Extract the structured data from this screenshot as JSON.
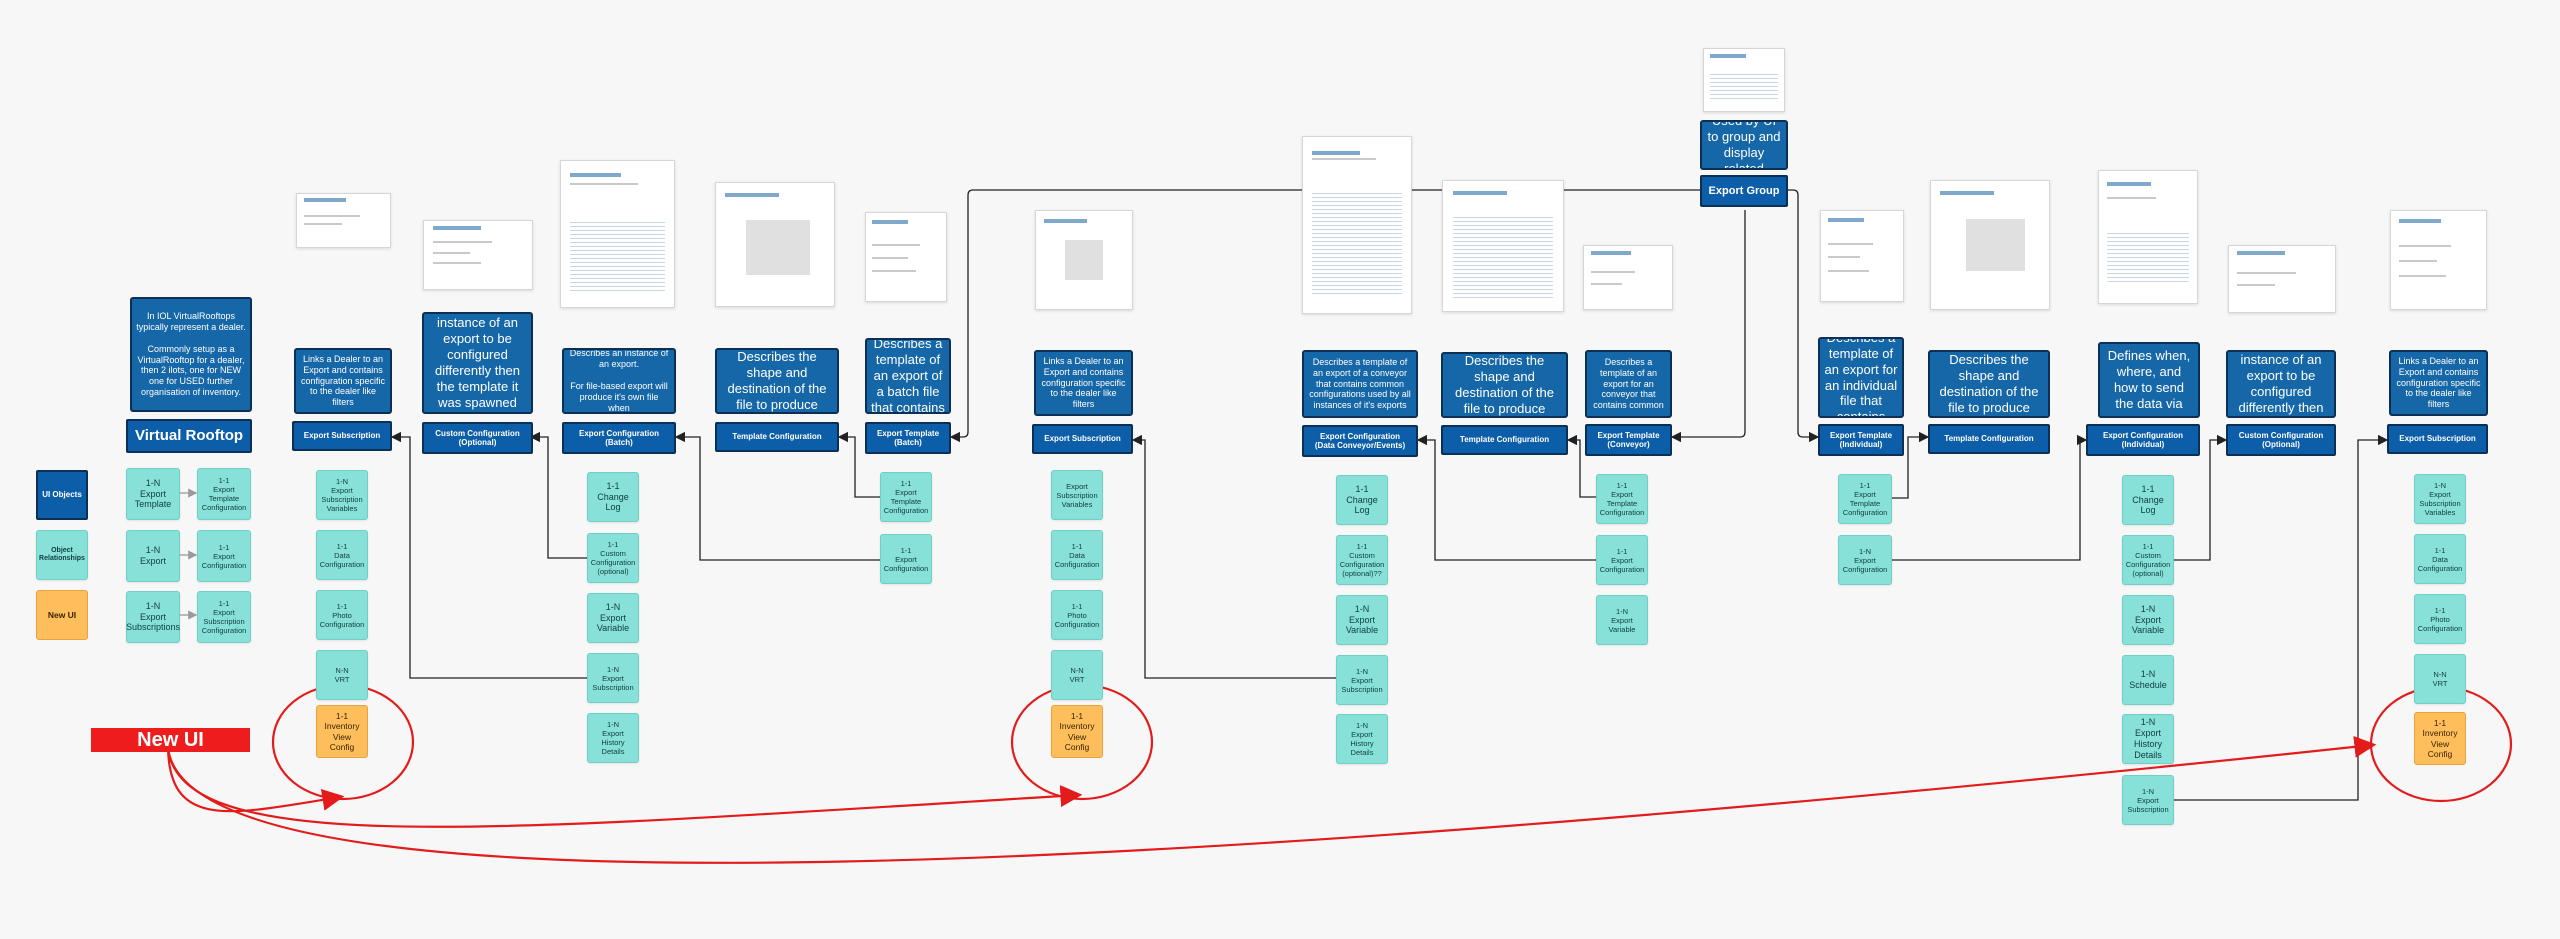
{
  "legend": {
    "ui_objects": "UI Objects",
    "object_relationships": "Object\nRelationships",
    "new_ui": "New UI"
  },
  "virtual_rooftop": {
    "description": "In IOL VirtualRooftops typically represent a dealer.\n\nCommonly setup as a VirtualRooftop for a dealer, then 2 ilots, one for NEW one for USED further organisation of inventory.",
    "header": "Virtual Rooftop",
    "relations": [
      "1-N\nExport\nTemplate",
      "1-N\nExport",
      "1-N\nExport\nSubscriptions"
    ],
    "targets": [
      "1-1\nExport\nTemplate\nConfiguration",
      "1-1\nExport\nConfiguration",
      "1-1\nExport\nSubscription\nConfiguration"
    ]
  },
  "columns": {
    "sub1": {
      "description": "Links a Dealer to an Export and contains configuration specific to the dealer like filters",
      "header": "Export Subscription",
      "items": [
        "1-N\nExport\nSubscription\nVariables",
        "1-1\nData\nConfiguration",
        "1-1\nPhoto\nConfiguration",
        "N-N\nVRT"
      ],
      "new_item": "1-1\nInventory\nView\nConfig"
    },
    "custom1": {
      "description": "Allows an instance of an export to be configured differently then the template it was spawned from",
      "header": "Custom Configuration\n(Optional)"
    },
    "batch": {
      "description": "Describes an instance of an export.\n\nFor file-based export will produce it's own file when",
      "header": "Export Configuration\n(Batch)",
      "items": [
        "1-1\nChange\nLog",
        "1-1\nCustom\nConfiguration\n(optional)",
        "1-N\nExport\nVariable",
        "1-N\nExport\nSubscription",
        "1-N\nExport\nHistory\nDetails"
      ]
    },
    "tmpl1": {
      "description": "Describes the shape and destination of the file to produce",
      "header": "Template Configuration"
    },
    "tbatch": {
      "description": "Describes a template of an export of a batch file that contains",
      "header": "Export Template\n(Batch)",
      "items": [
        "1-1\nExport\nTemplate\nConfiguration",
        "1-1\nExport\nConfiguration"
      ]
    },
    "sub2": {
      "description": "Links a Dealer to an Export and contains configuration specific to the dealer like filters",
      "header": "Export Subscription",
      "items": [
        "Export\nSubscription\nVariables",
        "1-1\nData\nConfiguration",
        "1-1\nPhoto\nConfiguration",
        "N-N\nVRT"
      ],
      "new_item": "1-1\nInventory\nView\nConfig"
    },
    "conv": {
      "description": "Describes a template of an export of a conveyor that contains common configurations used by all instances of it's exports",
      "header": "Export Configuration\n(Data Conveyor/Events)",
      "items": [
        "1-1\nChange\nLog",
        "1-1\nCustom\nConfiguration\n(optional)??",
        "1-N\nExport\nVariable",
        "1-N\nExport\nSubscription",
        "1-N\nExport\nHistory\nDetails"
      ]
    },
    "tmpl2": {
      "description": "Describes the shape and destination of the file to produce",
      "header": "Template Configuration"
    },
    "tconv": {
      "description": "Describes a template of an export for an conveyor that contains common",
      "header": "Export Template\n(Conveyor)",
      "items": [
        "1-1\nExport\nTemplate\nConfiguration",
        "1-1\nExport\nConfiguration",
        "1-N\nExport\nVariable"
      ]
    },
    "group": {
      "description": "Used by UI to group and display related",
      "header": "Export Group"
    },
    "tind": {
      "description": "Describes a template of an export for an individual file that contains",
      "header": "Export Template\n(Individual)",
      "items": [
        "1-1\nExport\nTemplate\nConfiguration",
        "1-N\nExport\nConfiguration"
      ]
    },
    "tmpl3": {
      "description": "Describes the shape and destination of the file to produce",
      "header": "Template Configuration"
    },
    "ind": {
      "description": "Defines when, where, and how to send the data via",
      "header": "Export Configuration\n(Individual)",
      "items": [
        "1-1\nChange\nLog",
        "1-1\nCustom\nConfiguration\n(optional)",
        "1-N\nExport\nVariable",
        "1-N\nSchedule",
        "1-N\nExport\nHistory\nDetails",
        "1-N\nExport\nSubscription"
      ]
    },
    "custom2": {
      "description": "Allows an instance of an export to be configured differently then the",
      "header": "Custom Configuration\n(Optional)"
    },
    "sub3": {
      "description": "Links a Dealer to an Export and contains configuration specific to the dealer like filters",
      "header": "Export Subscription",
      "items": [
        "1-N\nExport\nSubscription\nVariables",
        "1-1\nData\nConfiguration",
        "1-1\nPhoto\nConfiguration",
        "N-N\nVRT"
      ],
      "new_item": "1-1\nInventory\nView\nConfig"
    }
  },
  "new_ui_label": "New UI",
  "colors": {
    "ui_object": "#0d5ea8",
    "relationship": "#87e1d8",
    "new_ui": "#ffbe5c",
    "annotation": "#e31b1b"
  }
}
